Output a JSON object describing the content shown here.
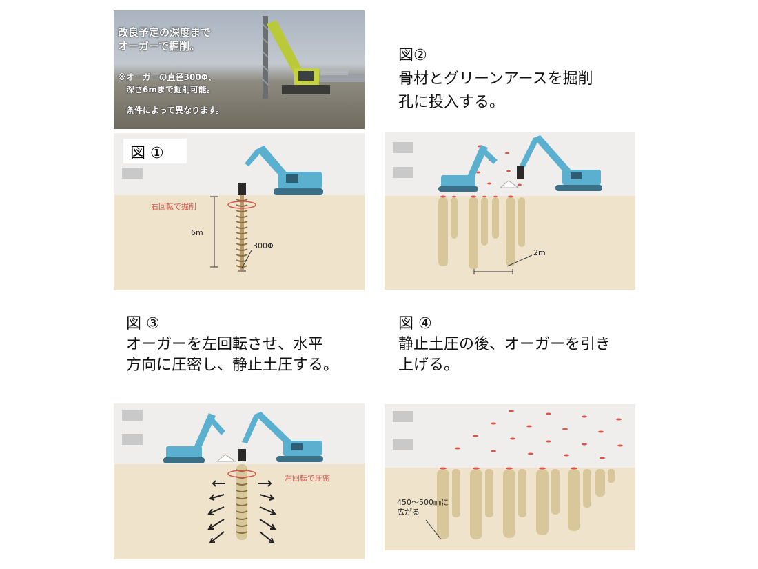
{
  "photo": {
    "line1": "改良予定の深度まで",
    "line2": "オーガーで掘削。",
    "note1": "※オーガーの直径300Φ、",
    "note2": "深さ6mまで掘削可能。",
    "note3": "条件によって異なります。"
  },
  "fig1": {
    "title": "図 ①",
    "rotation_label": "右回転で掘削",
    "depth_label": "6m",
    "diameter_label": "300Φ"
  },
  "fig2": {
    "heading_no": "図②",
    "heading_line1": "骨材とグリーンアースを掘削",
    "heading_line2": "孔に投入する。",
    "spacing_label": "2m"
  },
  "fig3": {
    "heading_no": "図 ③",
    "heading_line1": "オーガーを左回転させ、水平",
    "heading_line2": "方向に圧密し、静止土圧する。",
    "rotation_label": "左回転で圧密"
  },
  "fig4": {
    "heading_no": "図 ④",
    "heading_line1": "静止土圧の後、オーガーを引き",
    "heading_line2": "上げる。",
    "width_label_line1": "450〜500㎜に",
    "width_label_line2": "広がる"
  },
  "colors": {
    "excavator": "#5bb0d0",
    "ground": "#efe3cc",
    "column": "#d8c79a",
    "marker": "#d9544a"
  }
}
